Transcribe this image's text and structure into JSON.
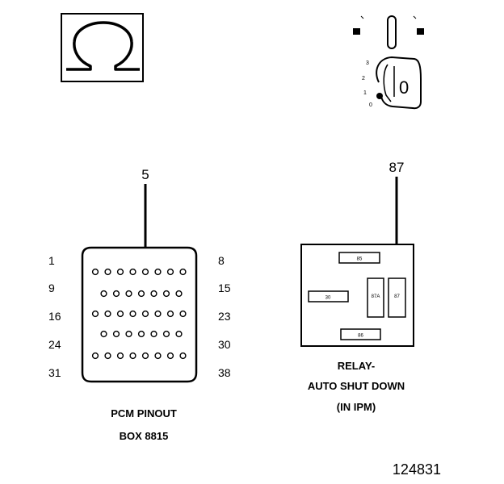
{
  "symbols": {
    "ohm_icon": "ohmmeter-symbol",
    "ignition_icon": "ignition-key-switch"
  },
  "ignition": {
    "positions": [
      "3",
      "2",
      "1",
      "0"
    ],
    "key_label": "0"
  },
  "pcm": {
    "probe_pin": "5",
    "row_left_labels": [
      "1",
      "9",
      "16",
      "24",
      "31"
    ],
    "row_right_labels": [
      "8",
      "15",
      "23",
      "30",
      "38"
    ],
    "title_line1": "PCM PINOUT",
    "title_line2": "BOX 8815"
  },
  "relay": {
    "probe_terminal": "87",
    "terminals": {
      "t85": "85",
      "t30": "30",
      "t87a": "87A",
      "t87": "87",
      "t86": "86"
    },
    "title_line1": "RELAY-",
    "title_line2": "AUTO SHUT DOWN",
    "title_line3": "(IN IPM)"
  },
  "figure_id": "124831"
}
